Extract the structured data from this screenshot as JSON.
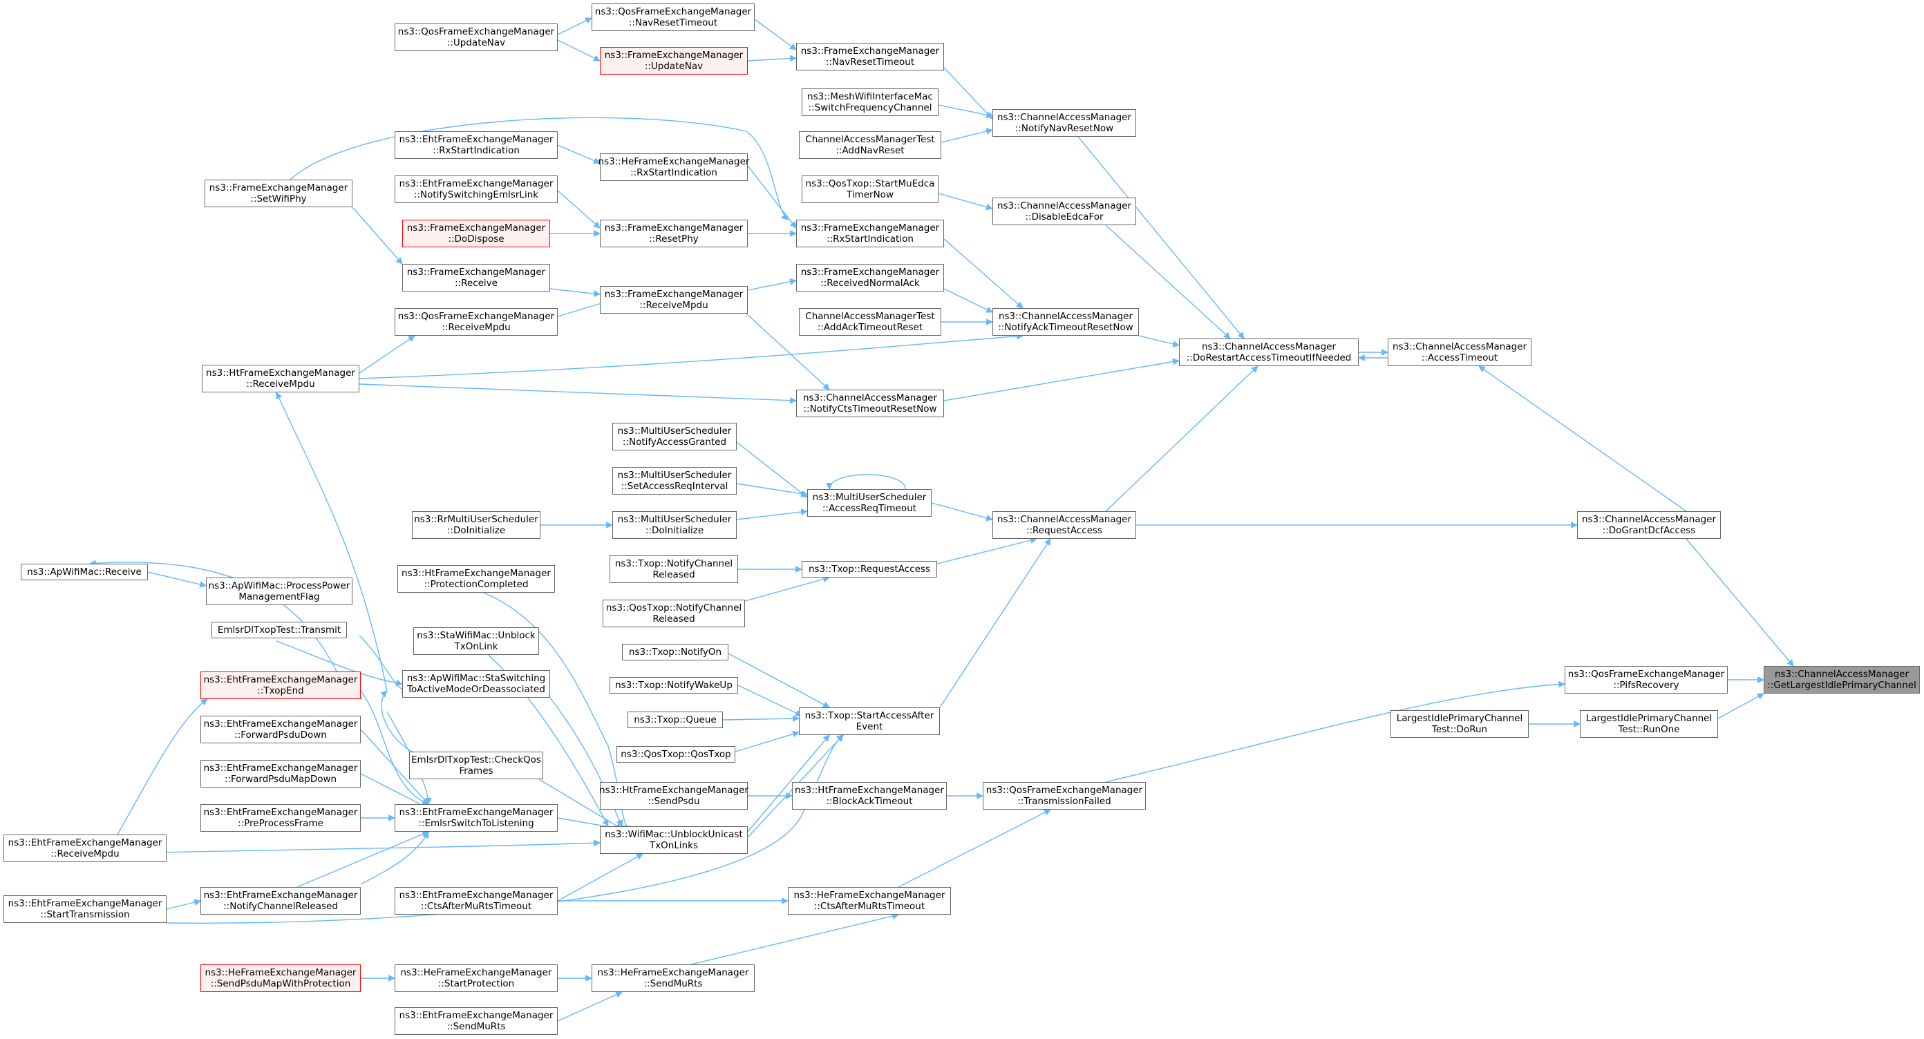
{
  "colors": {
    "edge": "#63b8ff",
    "border": "#666666",
    "focus_fill": "#999999",
    "truncated_border": "#ff0000",
    "truncated_fill": "#fff0f0"
  },
  "nodes": {
    "n1": {
      "l1": "ns3::QosFrameExchangeManager",
      "l2": "::NavResetTimeout"
    },
    "n2": {
      "l1": "ns3::QosFrameExchangeManager",
      "l2": "::UpdateNav"
    },
    "n3": {
      "l1": "ns3::FrameExchangeManager",
      "l2": "::UpdateNav"
    },
    "n4": {
      "l1": "ns3::FrameExchangeManager",
      "l2": "::NavResetTimeout"
    },
    "n5": {
      "l1": "ns3::MeshWifiInterfaceMac",
      "l2": "::SwitchFrequencyChannel"
    },
    "n6": {
      "l1": "ns3::ChannelAccessManager",
      "l2": "::NotifyNavResetNow"
    },
    "n7": {
      "l1": "ChannelAccessManagerTest",
      "l2": "::AddNavReset"
    },
    "n8": {
      "l1": "ns3::EhtFrameExchangeManager",
      "l2": "::RxStartIndication"
    },
    "n9": {
      "l1": "ns3::HeFrameExchangeManager",
      "l2": "::RxStartIndication"
    },
    "n10": {
      "l1": "ns3::FrameExchangeManager",
      "l2": "::SetWifiPhy"
    },
    "n11": {
      "l1": "ns3::EhtFrameExchangeManager",
      "l2": "::NotifySwitchingEmlsrLink"
    },
    "n12": {
      "l1": "ns3::QosTxop::StartMuEdca",
      "l2": "TimerNow"
    },
    "n13": {
      "l1": "ns3::ChannelAccessManager",
      "l2": "::DisableEdcaFor"
    },
    "n14": {
      "l1": "ns3::FrameExchangeManager",
      "l2": "::DoDispose"
    },
    "n15": {
      "l1": "ns3::FrameExchangeManager",
      "l2": "::ResetPhy"
    },
    "n16": {
      "l1": "ns3::FrameExchangeManager",
      "l2": "::RxStartIndication"
    },
    "n17": {
      "l1": "ns3::FrameExchangeManager",
      "l2": "::Receive"
    },
    "n18": {
      "l1": "ns3::FrameExchangeManager",
      "l2": "::ReceivedNormalAck"
    },
    "n19": {
      "l1": "ns3::FrameExchangeManager",
      "l2": "::ReceiveMpdu"
    },
    "n20": {
      "l1": "ns3::QosFrameExchangeManager",
      "l2": "::ReceiveMpdu"
    },
    "n21": {
      "l1": "ChannelAccessManagerTest",
      "l2": "::AddAckTimeoutReset"
    },
    "n22": {
      "l1": "ns3::ChannelAccessManager",
      "l2": "::NotifyAckTimeoutResetNow"
    },
    "n23": {
      "l1": "ns3::ChannelAccessManager",
      "l2": "::DoRestartAccessTimeoutIfNeeded"
    },
    "n24": {
      "l1": "ns3::ChannelAccessManager",
      "l2": "::AccessTimeout"
    },
    "n25": {
      "l1": "ns3::HtFrameExchangeManager",
      "l2": "::ReceiveMpdu"
    },
    "n26": {
      "l1": "ns3::ChannelAccessManager",
      "l2": "::NotifyCtsTimeoutResetNow"
    },
    "n27": {
      "l1": "ns3::MultiUserScheduler",
      "l2": "::NotifyAccessGranted"
    },
    "n28": {
      "l1": "ns3::MultiUserScheduler",
      "l2": "::SetAccessReqInterval"
    },
    "n29": {
      "l1": "ns3::MultiUserScheduler",
      "l2": "::AccessReqTimeout"
    },
    "n30": {
      "l1": "ns3::RrMultiUserScheduler",
      "l2": "::DoInitialize"
    },
    "n31": {
      "l1": "ns3::MultiUserScheduler",
      "l2": "::DoInitialize"
    },
    "n32": {
      "l1": "ns3::ChannelAccessManager",
      "l2": "::RequestAccess"
    },
    "n33": {
      "l1": "ns3::ChannelAccessManager",
      "l2": "::DoGrantDcfAccess"
    },
    "n34": {
      "l1": "ns3::Txop::NotifyChannel",
      "l2": "Released"
    },
    "n35": {
      "l1": "ns3::Txop::RequestAccess",
      "l2": ""
    },
    "n36": {
      "l1": "ns3::ApWifiMac::Receive",
      "l2": ""
    },
    "n37": {
      "l1": "ns3::ApWifiMac::ProcessPower",
      "l2": "ManagementFlag"
    },
    "n38": {
      "l1": "ns3::HtFrameExchangeManager",
      "l2": "::ProtectionCompleted"
    },
    "n39": {
      "l1": "ns3::QosTxop::NotifyChannel",
      "l2": "Released"
    },
    "n40": {
      "l1": "EmlsrDlTxopTest::Transmit",
      "l2": ""
    },
    "n41": {
      "l1": "ns3::StaWifiMac::Unblock",
      "l2": "TxOnLink"
    },
    "n42": {
      "l1": "ns3::Txop::NotifyOn",
      "l2": ""
    },
    "n43": {
      "l1": "ns3::ApWifiMac::StaSwitching",
      "l2": "ToActiveModeOrDeassociated"
    },
    "n44": {
      "l1": "ns3::EhtFrameExchangeManager",
      "l2": "::TxopEnd"
    },
    "n45": {
      "l1": "ns3::Txop::NotifyWakeUp",
      "l2": ""
    },
    "n46": {
      "l1": "ns3::QosFrameExchangeManager",
      "l2": "::PifsRecovery"
    },
    "n47": {
      "l1": "ns3::ChannelAccessManager",
      "l2": "::GetLargestIdlePrimaryChannel"
    },
    "n48": {
      "l1": "ns3::Txop::Queue",
      "l2": ""
    },
    "n49": {
      "l1": "ns3::Txop::StartAccessAfter",
      "l2": "Event"
    },
    "n50": {
      "l1": "LargestIdlePrimaryChannel",
      "l2": "Test::DoRun"
    },
    "n51": {
      "l1": "LargestIdlePrimaryChannel",
      "l2": "Test::RunOne"
    },
    "n52": {
      "l1": "ns3::EhtFrameExchangeManager",
      "l2": "::ForwardPsduDown"
    },
    "n53": {
      "l1": "ns3::QosTxop::QosTxop",
      "l2": ""
    },
    "n54": {
      "l1": "EmlsrDlTxopTest::CheckQos",
      "l2": "Frames"
    },
    "n55": {
      "l1": "ns3::EhtFrameExchangeManager",
      "l2": "::ForwardPsduMapDown"
    },
    "n56": {
      "l1": "ns3::HtFrameExchangeManager",
      "l2": "::SendPsdu"
    },
    "n57": {
      "l1": "ns3::HtFrameExchangeManager",
      "l2": "::BlockAckTimeout"
    },
    "n58": {
      "l1": "ns3::QosFrameExchangeManager",
      "l2": "::TransmissionFailed"
    },
    "n59": {
      "l1": "ns3::EhtFrameExchangeManager",
      "l2": "::EmlsrSwitchToListening"
    },
    "n60": {
      "l1": "ns3::EhtFrameExchangeManager",
      "l2": "::PreProcessFrame"
    },
    "n61": {
      "l1": "ns3::WifiMac::UnblockUnicast",
      "l2": "TxOnLinks"
    },
    "n62": {
      "l1": "ns3::EhtFrameExchangeManager",
      "l2": "::ReceiveMpdu"
    },
    "n63": {
      "l1": "ns3::EhtFrameExchangeManager",
      "l2": "::NotifyChannelReleased"
    },
    "n64": {
      "l1": "ns3::EhtFrameExchangeManager",
      "l2": "::CtsAfterMuRtsTimeout"
    },
    "n65": {
      "l1": "ns3::HeFrameExchangeManager",
      "l2": "::CtsAfterMuRtsTimeout"
    },
    "n66": {
      "l1": "ns3::EhtFrameExchangeManager",
      "l2": "::StartTransmission"
    },
    "n67": {
      "l1": "ns3::HeFrameExchangeManager",
      "l2": "::SendPsduMapWithProtection"
    },
    "n68": {
      "l1": "ns3::HeFrameExchangeManager",
      "l2": "::StartProtection"
    },
    "n69": {
      "l1": "ns3::HeFrameExchangeManager",
      "l2": "::SendMuRts"
    },
    "n70": {
      "l1": "ns3::EhtFrameExchangeManager",
      "l2": "::SendMuRts"
    }
  }
}
